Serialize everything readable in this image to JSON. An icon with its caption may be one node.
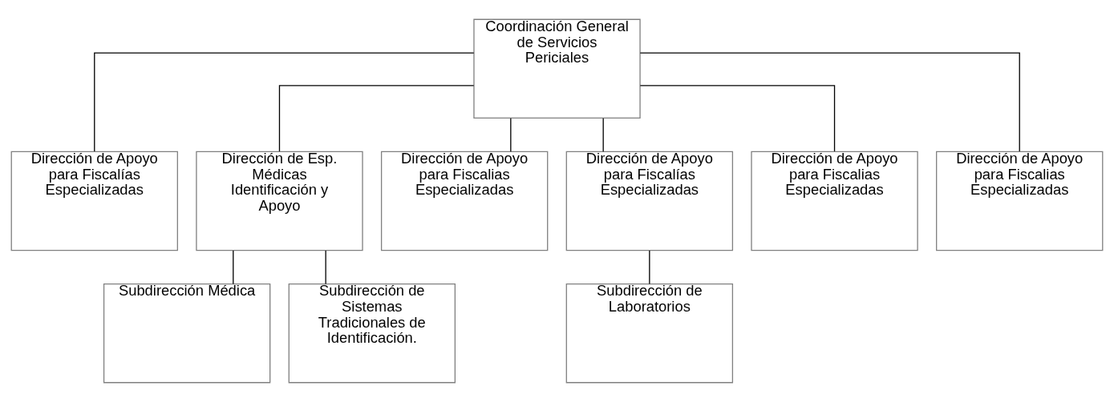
{
  "diagram": {
    "nodes": [
      {
        "text": [
          "Coordinación General de Servicios Periciales"
        ]
      },
      {
        "text": [
          "Dirección de Apoyo para Fiscalías Especializadas"
        ]
      },
      {
        "text": [
          "Dirección de Esp. Médicas Identificación y Apoyo"
        ]
      },
      {
        "text": [
          "Dirección de Apoyo para Fiscalias Especializadas"
        ]
      },
      {
        "text": [
          "Dirección de Apoyo para Fiscalías Especializadas"
        ]
      },
      {
        "text": [
          "Dirección de Apoyo para Fiscalias Especializadas"
        ]
      },
      {
        "text": [
          "Dirección de Apoyo para Fiscalias Especializadas"
        ]
      },
      {
        "text": [
          "Subdirección Médica"
        ]
      },
      {
        "text": [
          "Subdirección de Sistemas Tradicionales de Identificación."
        ]
      },
      {
        "text": [
          "Subdirección de Laboratorios"
        ]
      }
    ],
    "edges": [
      {
        "from": 0,
        "to": 1,
        "arrow": "none"
      },
      {
        "from": 0,
        "to": 2,
        "arrow": "none"
      },
      {
        "from": 0,
        "to": 3,
        "arrow": "none"
      },
      {
        "from": 0,
        "to": 4,
        "arrow": "none"
      },
      {
        "from": 0,
        "to": 5,
        "arrow": "none"
      },
      {
        "from": 0,
        "to": 6,
        "arrow": "none"
      },
      {
        "from": 2,
        "to": 7,
        "arrow": "none"
      },
      {
        "from": 2,
        "to": 8,
        "arrow": "none"
      },
      {
        "from": 4,
        "to": 9,
        "arrow": "none"
      }
    ]
  }
}
